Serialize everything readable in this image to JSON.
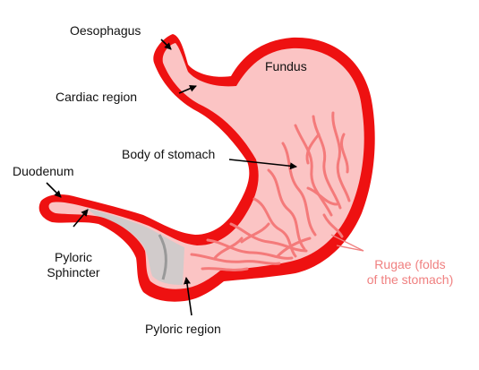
{
  "labels": {
    "oesophagus": "Oesophagus",
    "fundus": "Fundus",
    "cardiac_region": "Cardiac region",
    "body_of_stomach": "Body of stomach",
    "duodenum": "Duodenum",
    "pyloric_sphincter_line1": "Pyloric",
    "pyloric_sphincter_line2": "Sphincter",
    "rugae_line1": "Rugae (folds",
    "rugae_line2": "of the stomach)",
    "pyloric_region": "Pyloric region"
  },
  "colors": {
    "wall": "#ee1111",
    "interior": "#fbc4c4",
    "rugae": "#f47a7a",
    "sphincter": "#cccccc",
    "label_text": "#111111",
    "rugae_label": "#f08080"
  }
}
